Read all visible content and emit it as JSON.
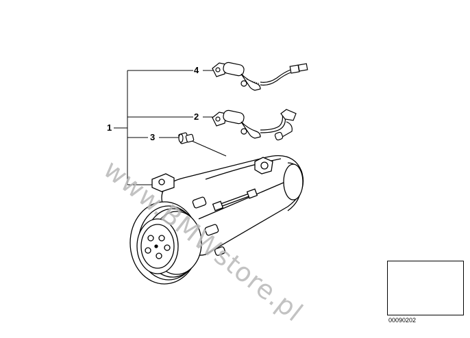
{
  "diagram": {
    "callouts": [
      {
        "id": "1",
        "label": "1"
      },
      {
        "id": "2",
        "label": "2"
      },
      {
        "id": "3",
        "label": "3"
      },
      {
        "id": "4",
        "label": "4"
      }
    ],
    "watermark": "www.BMWstore.pl",
    "diagram_code": "00090202"
  },
  "icons": {
    "compressor": "ac-compressor-drawing",
    "sensor_upper": "pressure-sensor-drawing",
    "sensor_lower": "pressure-sensor-drawing",
    "valve": "valve-plug-drawing",
    "car": "car-thumbnail-drawing"
  },
  "colors": {
    "line": "#000000",
    "watermark": "#b8b8b8"
  }
}
